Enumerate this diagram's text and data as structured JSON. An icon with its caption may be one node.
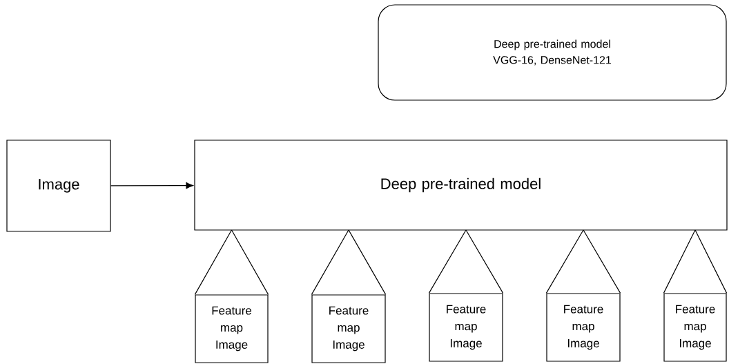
{
  "diagram": {
    "nodes": [
      {
        "text": [
          "Deep pre-trained model",
          "VGG-16, DenseNet-121"
        ]
      },
      {
        "text": [
          "Image"
        ]
      },
      {
        "text": [
          "Deep pre-trained model"
        ]
      },
      {
        "text": [
          "Feature map Image"
        ]
      },
      {
        "text": [
          "Feature map Image"
        ]
      },
      {
        "text": [
          "Feature map Image"
        ]
      },
      {
        "text": [
          "Feature map Image"
        ]
      },
      {
        "text": [
          "Feature map Image"
        ]
      }
    ],
    "edges": [
      {
        "from": 1,
        "to": 2,
        "arrow": "to"
      },
      {
        "from": 2,
        "to": 3,
        "arrow": "none"
      },
      {
        "from": 2,
        "to": 4,
        "arrow": "none"
      },
      {
        "from": 2,
        "to": 5,
        "arrow": "none"
      },
      {
        "from": 2,
        "to": 6,
        "arrow": "none"
      },
      {
        "from": 2,
        "to": 7,
        "arrow": "none"
      }
    ]
  }
}
